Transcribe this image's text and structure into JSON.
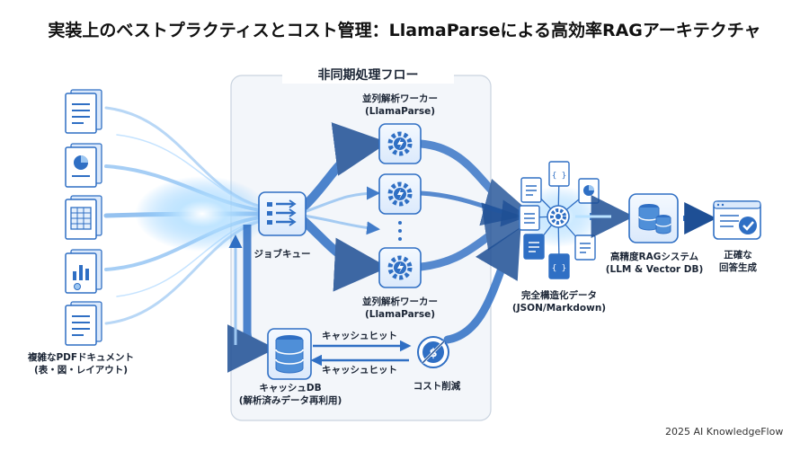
{
  "title": "実装上のベストプラクティスとコスト管理：LlamaParseによる高効率RAGアーキテクチャ",
  "async_area": {
    "title": "非同期処理フロー"
  },
  "input_docs": {
    "line1": "複雑なPDFドキュメント",
    "line2": "(表・図・レイアウト)"
  },
  "job_queue": {
    "label": "ジョブキュー"
  },
  "workers": {
    "top": {
      "line1": "並列解析ワーカー",
      "line2": "(LlamaParse)"
    },
    "bottom": {
      "line1": "並列解析ワーカー",
      "line2": "(LlamaParse)"
    }
  },
  "cache_db": {
    "line1": "キャッシュDB",
    "line2": "(解析済みデータ再利用)"
  },
  "cache_hit": {
    "top": "キャッシュヒット",
    "bottom": "キャッシュヒット"
  },
  "cost": {
    "label": "コスト削減"
  },
  "structured": {
    "line1": "完全構造化データ",
    "line2": "(JSON/Markdown)"
  },
  "rag": {
    "line1": "高精度RAGシステム",
    "line2": "(LLM & Vector DB)"
  },
  "answer": {
    "line1": "正確な",
    "line2": "回答生成"
  },
  "footer": "2025 AI KnowledgeFlow",
  "colors": {
    "primary": "#2f6fc4",
    "light": "#e4effc",
    "glow": "#7cc4ff",
    "dark": "#1e4f95"
  }
}
